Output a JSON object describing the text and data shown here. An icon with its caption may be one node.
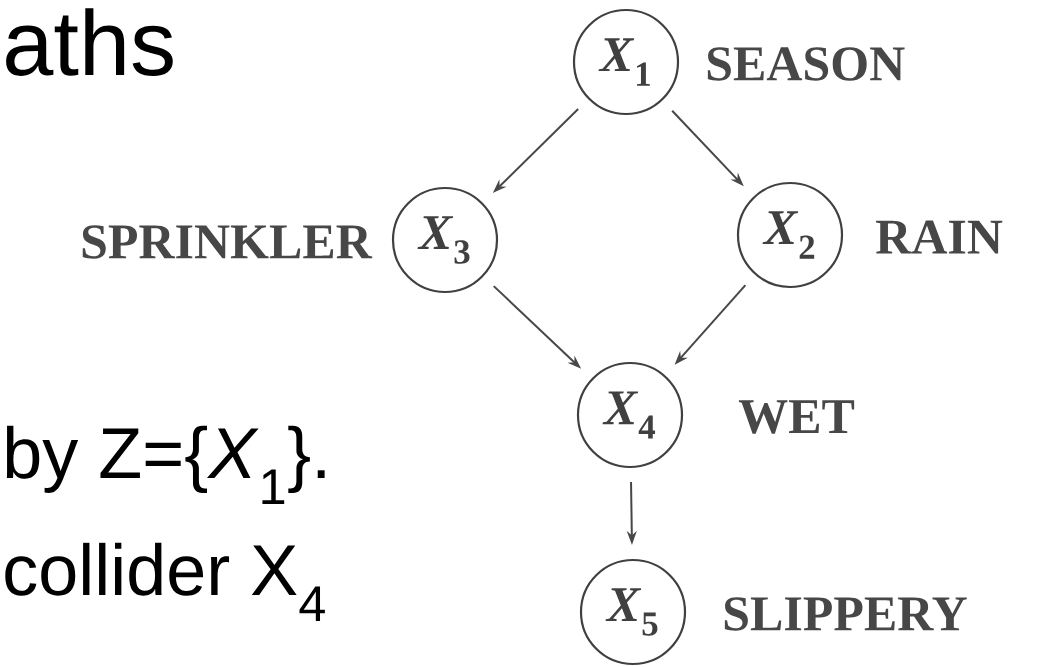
{
  "diagram": {
    "title": "aths",
    "nodes": [
      {
        "text": [
          "*X*$_{1}$"
        ],
        "beside": [
          "SEASON"
        ]
      },
      {
        "text": [
          "*X*$_{3}$"
        ],
        "beside": [
          "SPRINKLER"
        ]
      },
      {
        "text": [
          "*X*$_{2}$"
        ],
        "beside": [
          "RAIN"
        ]
      },
      {
        "text": [
          "*X*$_{4}$"
        ],
        "beside": [
          "WET"
        ]
      },
      {
        "text": [
          "*X*$_{5}$"
        ],
        "beside": [
          "SLIPPERY"
        ]
      }
    ],
    "edges": [
      {
        "from": 0,
        "to": 1,
        "arrow": "to"
      },
      {
        "from": 0,
        "to": 2,
        "arrow": "to"
      },
      {
        "from": 1,
        "to": 3,
        "arrow": "to"
      },
      {
        "from": 2,
        "to": 3,
        "arrow": "to"
      },
      {
        "from": 3,
        "to": 4,
        "arrow": "to"
      }
    ],
    "labels": [
      "by Z={*X*$_{1}$}.",
      "collider X$_{4}$"
    ]
  }
}
